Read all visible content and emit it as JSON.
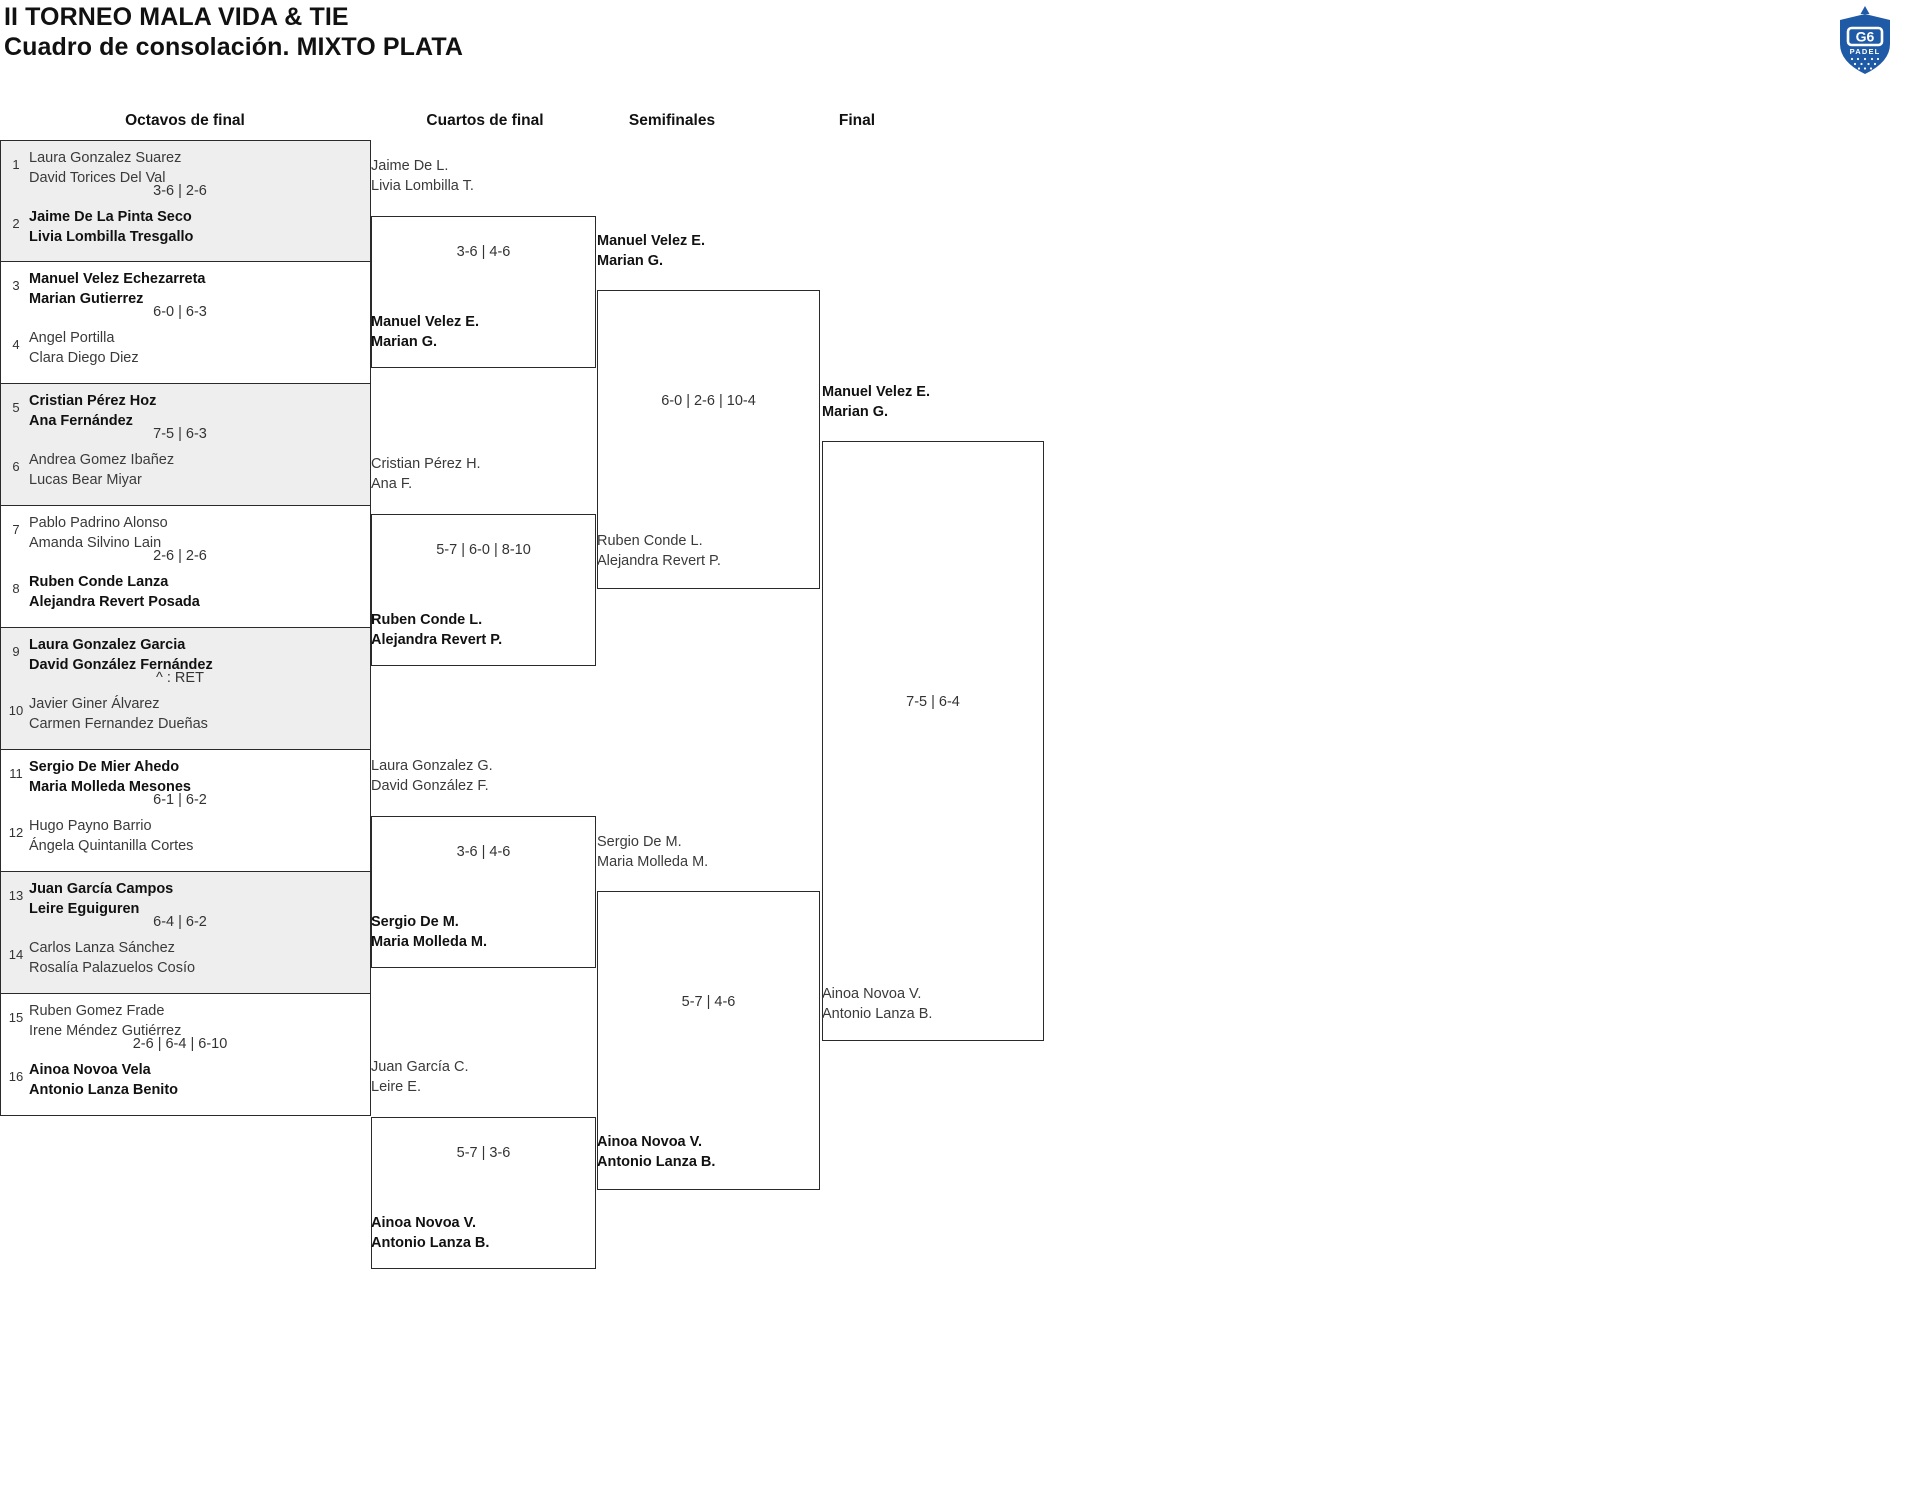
{
  "header": {
    "title_line1": "II TORNEO MALA VIDA & TIE",
    "title_line2": "Cuadro de consolación. MIXTO PLATA"
  },
  "logo": {
    "name": "g6-padel-logo",
    "text": "G6",
    "subtext": "PADEL",
    "color": "#1f5aa6"
  },
  "rounds": {
    "r1_label": "Octavos de final",
    "r2_label": "Cuartos de final",
    "r3_label": "Semifinales",
    "r4_label": "Final"
  },
  "bracket": {
    "round1": [
      {
        "seed_top": "1",
        "seed_bot": "2",
        "top_p1": "Laura Gonzalez Suarez",
        "top_p2": "David Torices Del Val",
        "bot_p1": "Jaime De La Pinta Seco",
        "bot_p2": "Livia Lombilla Tresgallo",
        "score": "3-6 | 2-6",
        "winner": "bottom",
        "shaded": true
      },
      {
        "seed_top": "3",
        "seed_bot": "4",
        "top_p1": "Manuel Velez Echezarreta",
        "top_p2": "Marian Gutierrez",
        "bot_p1": "Angel Portilla",
        "bot_p2": "Clara Diego Diez",
        "score": "6-0 | 6-3",
        "winner": "top",
        "shaded": false
      },
      {
        "seed_top": "5",
        "seed_bot": "6",
        "top_p1": "Cristian Pérez Hoz",
        "top_p2": "Ana Fernández",
        "bot_p1": "Andrea Gomez Ibañez",
        "bot_p2": "Lucas Bear Miyar",
        "score": "7-5 | 6-3",
        "winner": "top",
        "shaded": true
      },
      {
        "seed_top": "7",
        "seed_bot": "8",
        "top_p1": "Pablo Padrino Alonso",
        "top_p2": "Amanda Silvino Lain",
        "bot_p1": "Ruben Conde Lanza",
        "bot_p2": "Alejandra Revert Posada",
        "score": "2-6 | 2-6",
        "winner": "bottom",
        "shaded": false
      },
      {
        "seed_top": "9",
        "seed_bot": "10",
        "top_p1": "Laura Gonzalez Garcia",
        "top_p2": "David González Fernández",
        "bot_p1": "Javier Giner Álvarez",
        "bot_p2": "Carmen Fernandez Dueñas",
        "score": "^ : RET",
        "winner": "top",
        "shaded": true
      },
      {
        "seed_top": "11",
        "seed_bot": "12",
        "top_p1": "Sergio De Mier Ahedo",
        "top_p2": "Maria Molleda Mesones",
        "bot_p1": "Hugo Payno Barrio",
        "bot_p2": "Ángela Quintanilla Cortes",
        "score": "6-1 | 6-2",
        "winner": "top",
        "shaded": false
      },
      {
        "seed_top": "13",
        "seed_bot": "14",
        "top_p1": "Juan García Campos",
        "top_p2": "Leire Eguiguren",
        "bot_p1": "Carlos Lanza Sánchez",
        "bot_p2": "Rosalía Palazuelos Cosío",
        "score": "6-4 | 6-2",
        "winner": "top",
        "shaded": true
      },
      {
        "seed_top": "15",
        "seed_bot": "16",
        "top_p1": "Ruben Gomez Frade",
        "top_p2": "Irene Méndez Gutiérrez",
        "bot_p1": "Ainoa Novoa Vela",
        "bot_p2": "Antonio Lanza Benito",
        "score": "2-6 | 6-4 | 6-10",
        "winner": "bottom",
        "shaded": false
      }
    ],
    "round2": [
      {
        "top_p1": "Jaime De L.",
        "top_p2": "Livia Lombilla T.",
        "bot_p1": "Manuel Velez E.",
        "bot_p2": "Marian G.",
        "score": "3-6 | 4-6",
        "winner": "bottom"
      },
      {
        "top_p1": "Cristian Pérez H.",
        "top_p2": "Ana F.",
        "bot_p1": "Ruben Conde L.",
        "bot_p2": "Alejandra Revert P.",
        "score": "5-7 | 6-0 | 8-10",
        "winner": "bottom"
      },
      {
        "top_p1": "Laura Gonzalez G.",
        "top_p2": "David González F.",
        "bot_p1": "Sergio De M.",
        "bot_p2": "Maria Molleda M.",
        "score": "3-6 | 4-6",
        "winner": "bottom"
      },
      {
        "top_p1": "Juan García C.",
        "top_p2": "Leire E.",
        "bot_p1": "Ainoa Novoa V.",
        "bot_p2": "Antonio Lanza B.",
        "score": "5-7 | 3-6",
        "winner": "bottom"
      }
    ],
    "round3": [
      {
        "top_p1": "Manuel Velez E.",
        "top_p2": "Marian G.",
        "bot_p1": "Ruben Conde L.",
        "bot_p2": "Alejandra Revert P.",
        "score": "6-0 | 2-6 | 10-4",
        "winner": "top"
      },
      {
        "top_p1": "Sergio De M.",
        "top_p2": "Maria Molleda M.",
        "bot_p1": "Ainoa Novoa V.",
        "bot_p2": "Antonio Lanza B.",
        "score": "5-7 | 4-6",
        "winner": "bottom"
      }
    ],
    "round4": [
      {
        "top_p1": "Manuel Velez E.",
        "top_p2": "Marian G.",
        "bot_p1": "Ainoa Novoa V.",
        "bot_p2": "Antonio Lanza B.",
        "score": "7-5 | 6-4",
        "winner": "top"
      }
    ]
  }
}
